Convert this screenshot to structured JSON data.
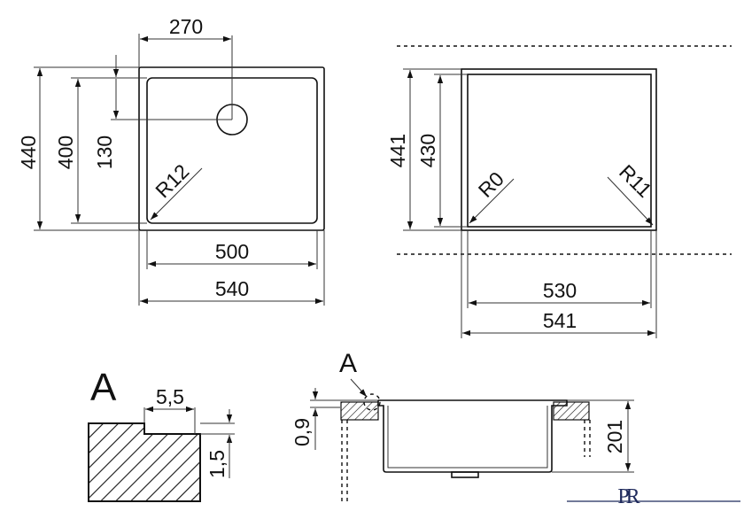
{
  "top_left_view": {
    "width_outer": "540",
    "width_inner": "500",
    "height_outer": "440",
    "height_inner": "400",
    "drain_x_offset": "270",
    "drain_y_offset": "130",
    "corner_radius": "R12"
  },
  "top_right_view": {
    "width_outer": "541",
    "width_inner": "530",
    "height_outer": "441",
    "height_inner": "430",
    "corner_radius_left": "R0",
    "corner_radius_right": "R11"
  },
  "detail_a": {
    "label": "A",
    "step_width": "5,5",
    "step_height": "1,5"
  },
  "section_view": {
    "detail_marker": "A",
    "rim_thickness": "0,9",
    "depth": "201"
  },
  "logo": {
    "text": "PR"
  },
  "colors": {
    "line": "#111111",
    "background": "#ffffff",
    "logo_line": "#1f2a5c"
  }
}
